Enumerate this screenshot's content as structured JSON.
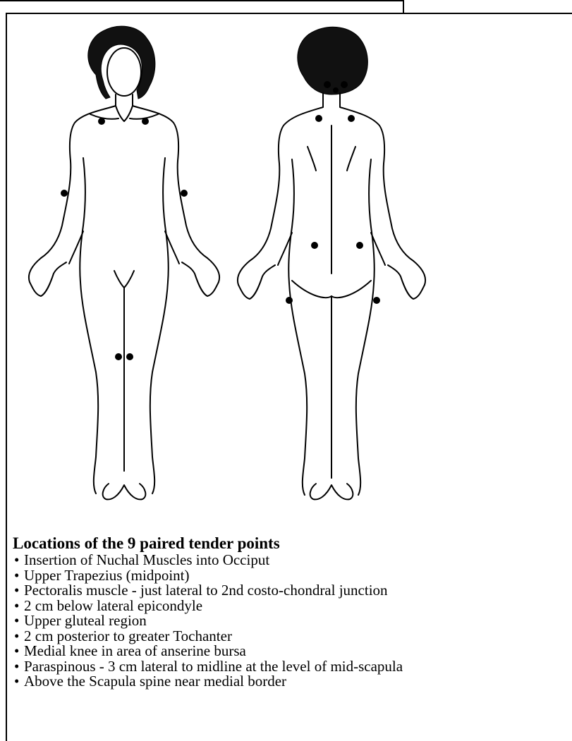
{
  "legend": {
    "title": "Locations of the 9 paired tender points",
    "items": [
      "Insertion of Nuchal Muscles into Occiput",
      "Upper Trapezius (midpoint)",
      "Pectoralis muscle - just lateral to 2nd costo-chondral junction",
      "2 cm below lateral epicondyle",
      "Upper gluteal region",
      "2 cm posterior to greater Tochanter",
      "Medial knee in area of anserine bursa",
      "Paraspinous - 3 cm lateral to midline at the level of mid-scapula",
      "Above the Scapula spine near medial border"
    ]
  },
  "figures": [
    "front-view",
    "back-view"
  ]
}
